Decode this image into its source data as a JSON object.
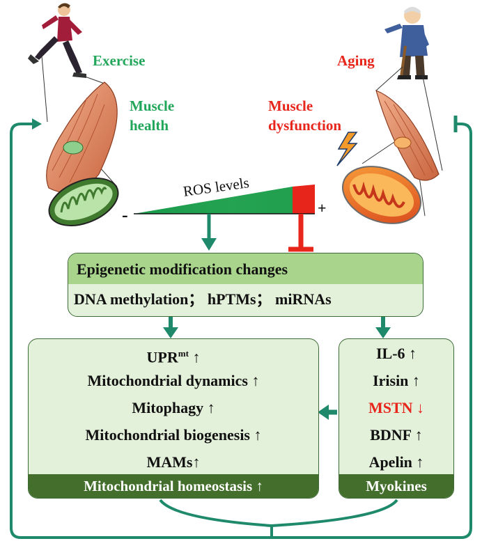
{
  "left": {
    "exercise": "Exercise",
    "muscle_health_1": "Muscle",
    "muscle_health_2": "health"
  },
  "right": {
    "aging": "Aging",
    "muscle_dysfunction_1": "Muscle",
    "muscle_dysfunction_2": "dysfunction"
  },
  "ros": {
    "label": "ROS levels",
    "minus": "-",
    "plus": "+"
  },
  "epigenetic": {
    "title": "Epigenetic modification changes",
    "subtitle": "DNA methylation； hPTMs； miRNAs"
  },
  "mito": {
    "items": [
      {
        "base": "UPR",
        "sup": "mt",
        "arrow": "↑"
      },
      {
        "base": "Mitochondrial dynamics",
        "sup": "",
        "arrow": "↑"
      },
      {
        "base": "Mitophagy",
        "sup": "",
        "arrow": "↑"
      },
      {
        "base": "Mitochondrial biogenesis",
        "sup": "",
        "arrow": "↑"
      },
      {
        "base": "MAMs",
        "sup": "",
        "arrow": "↑"
      }
    ],
    "footer": "Mitochondrial homeostasis ↑"
  },
  "myokines": {
    "items": [
      {
        "text": "IL-6 ↑",
        "color": "#111111"
      },
      {
        "text": "Irisin ↑",
        "color": "#111111"
      },
      {
        "text": "MSTN ↓",
        "color": "#e8251b"
      },
      {
        "text": "BDNF ↑",
        "color": "#111111"
      },
      {
        "text": "Apelin ↑",
        "color": "#111111"
      }
    ],
    "footer": "Myokines"
  },
  "colors": {
    "teal": "#1f8a6b",
    "red": "#e8251b",
    "green": "#22a65a",
    "box_fill": "#e3f0da",
    "box_header": "#a9d48c",
    "footer": "#436e2c"
  }
}
